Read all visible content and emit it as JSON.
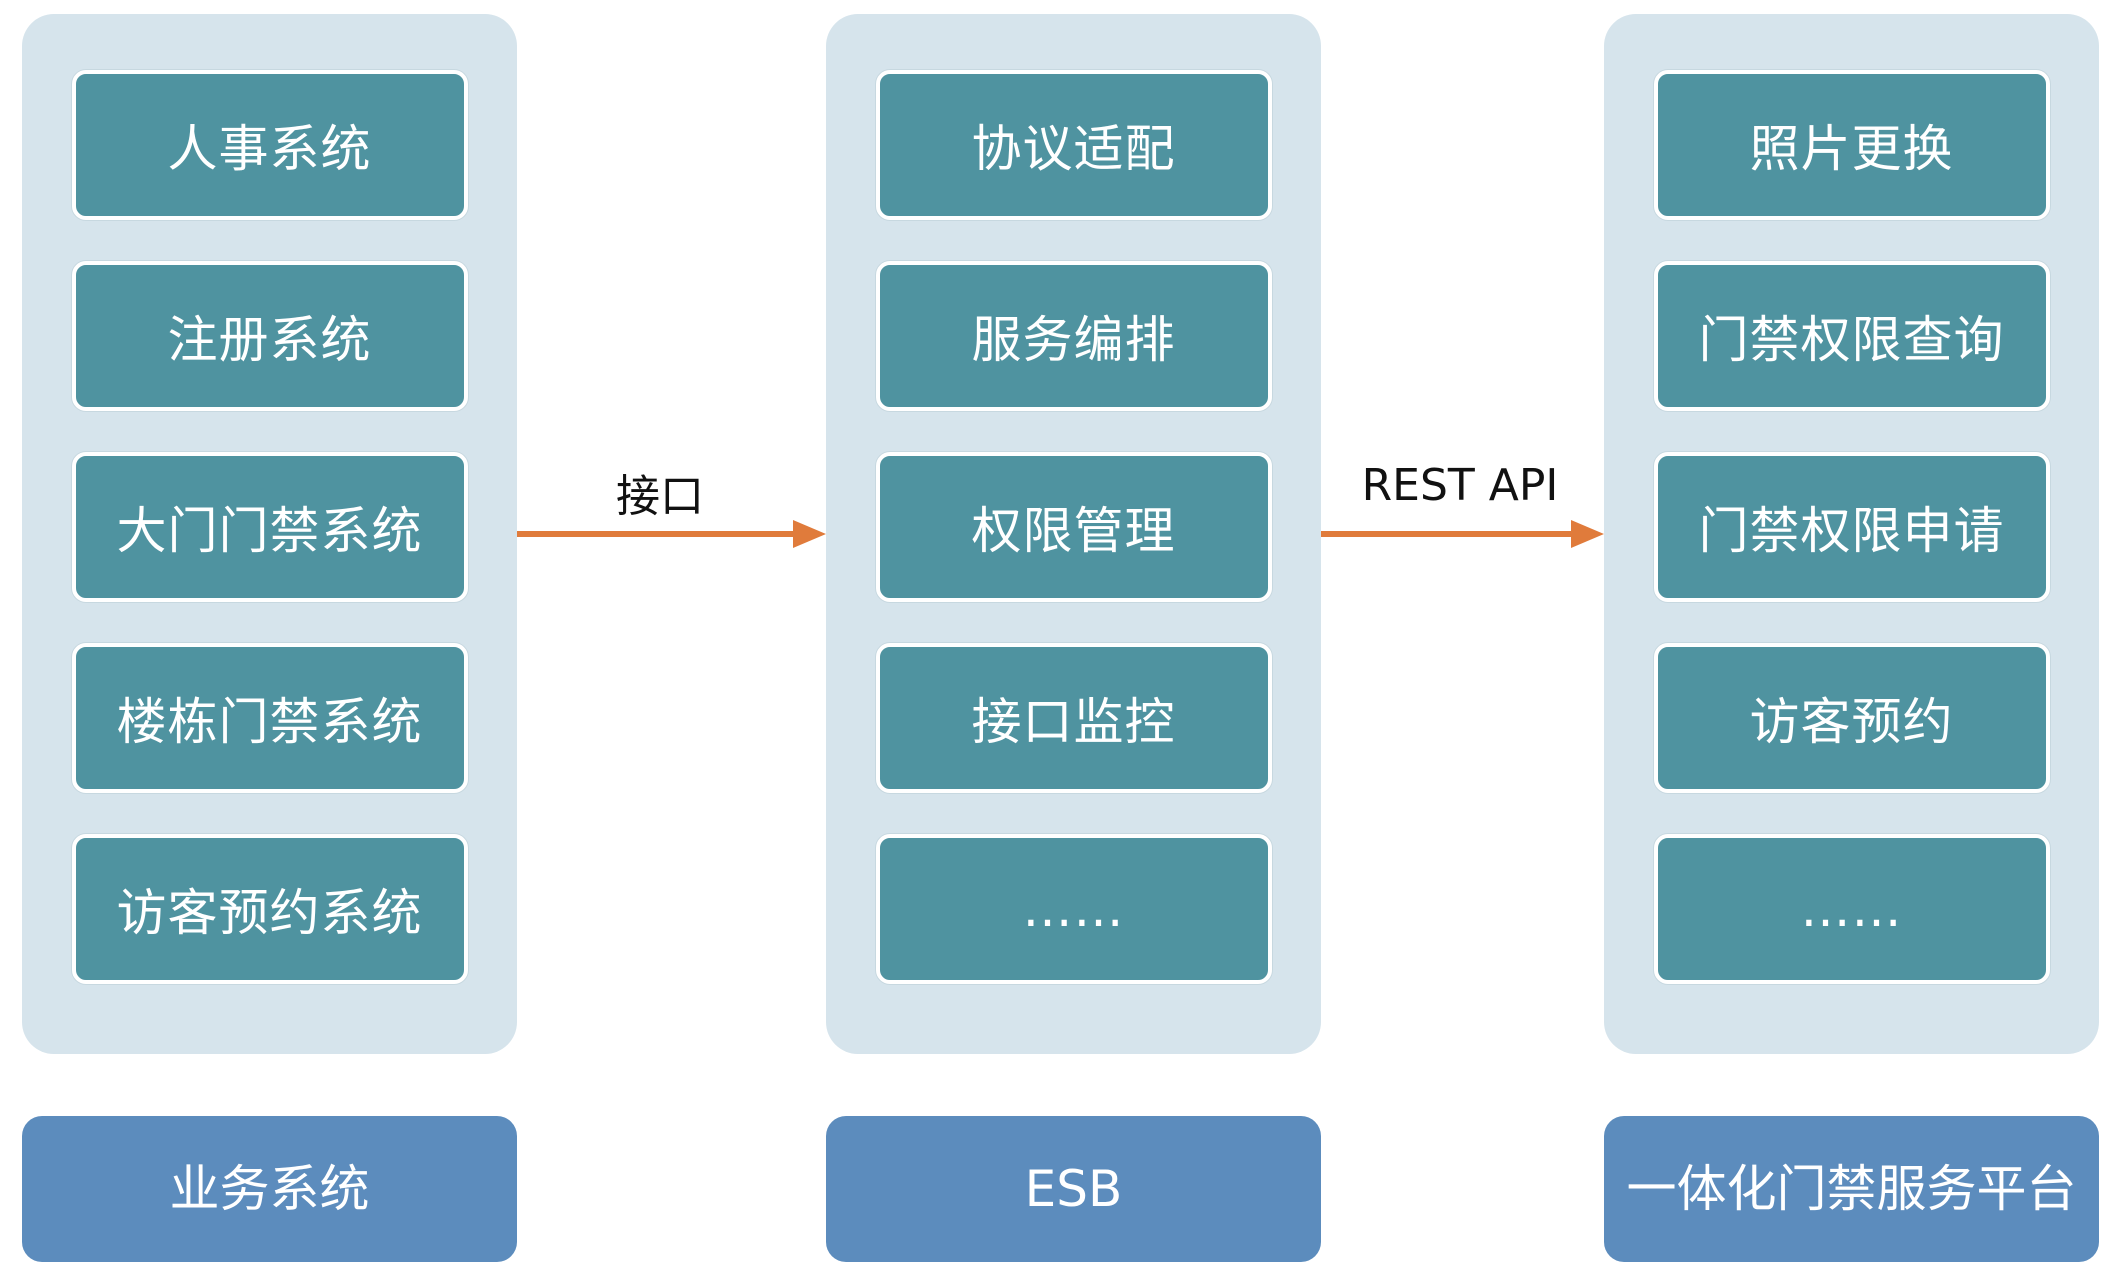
{
  "columns": [
    {
      "items": [
        "人事系统",
        "注册系统",
        "大门门禁系统",
        "楼栋门禁系统",
        "访客预约系统"
      ],
      "footer": "业务系统"
    },
    {
      "items": [
        "协议适配",
        "服务编排",
        "权限管理",
        "接口监控",
        "……"
      ],
      "footer": "ESB"
    },
    {
      "items": [
        "照片更换",
        "门禁权限查询",
        "门禁权限申请",
        "访客预约",
        "……"
      ],
      "footer": "一体化门禁服务平台"
    }
  ],
  "connectors": [
    {
      "label": "接口"
    },
    {
      "label": "REST API"
    }
  ],
  "colors": {
    "column_bg": "#d6e4ec",
    "item_bg": "#4f93a0",
    "footer_bg": "#5c8cbd",
    "arrow": "#e07b3b"
  }
}
